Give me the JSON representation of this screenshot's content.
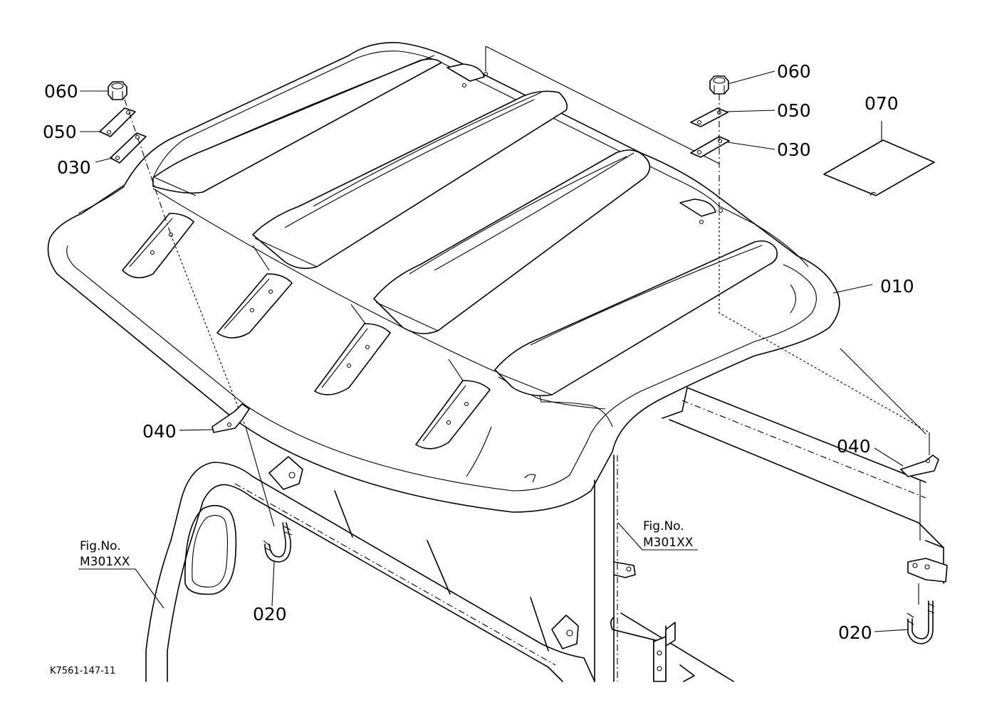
{
  "drawing_code": "K7561-147-11",
  "parts": {
    "p010": "010",
    "p020_left": "020",
    "p020_right": "020",
    "p030_left": "030",
    "p030_right": "030",
    "p040_left": "040",
    "p040_right": "040",
    "p050_left": "050",
    "p050_right": "050",
    "p060_left": "060",
    "p060_right": "060",
    "p070": "070"
  },
  "references": {
    "left": {
      "line1": "Fig.No.",
      "line2": "M301XX"
    },
    "right": {
      "line1": "Fig.No.",
      "line2": "M301XX"
    }
  }
}
